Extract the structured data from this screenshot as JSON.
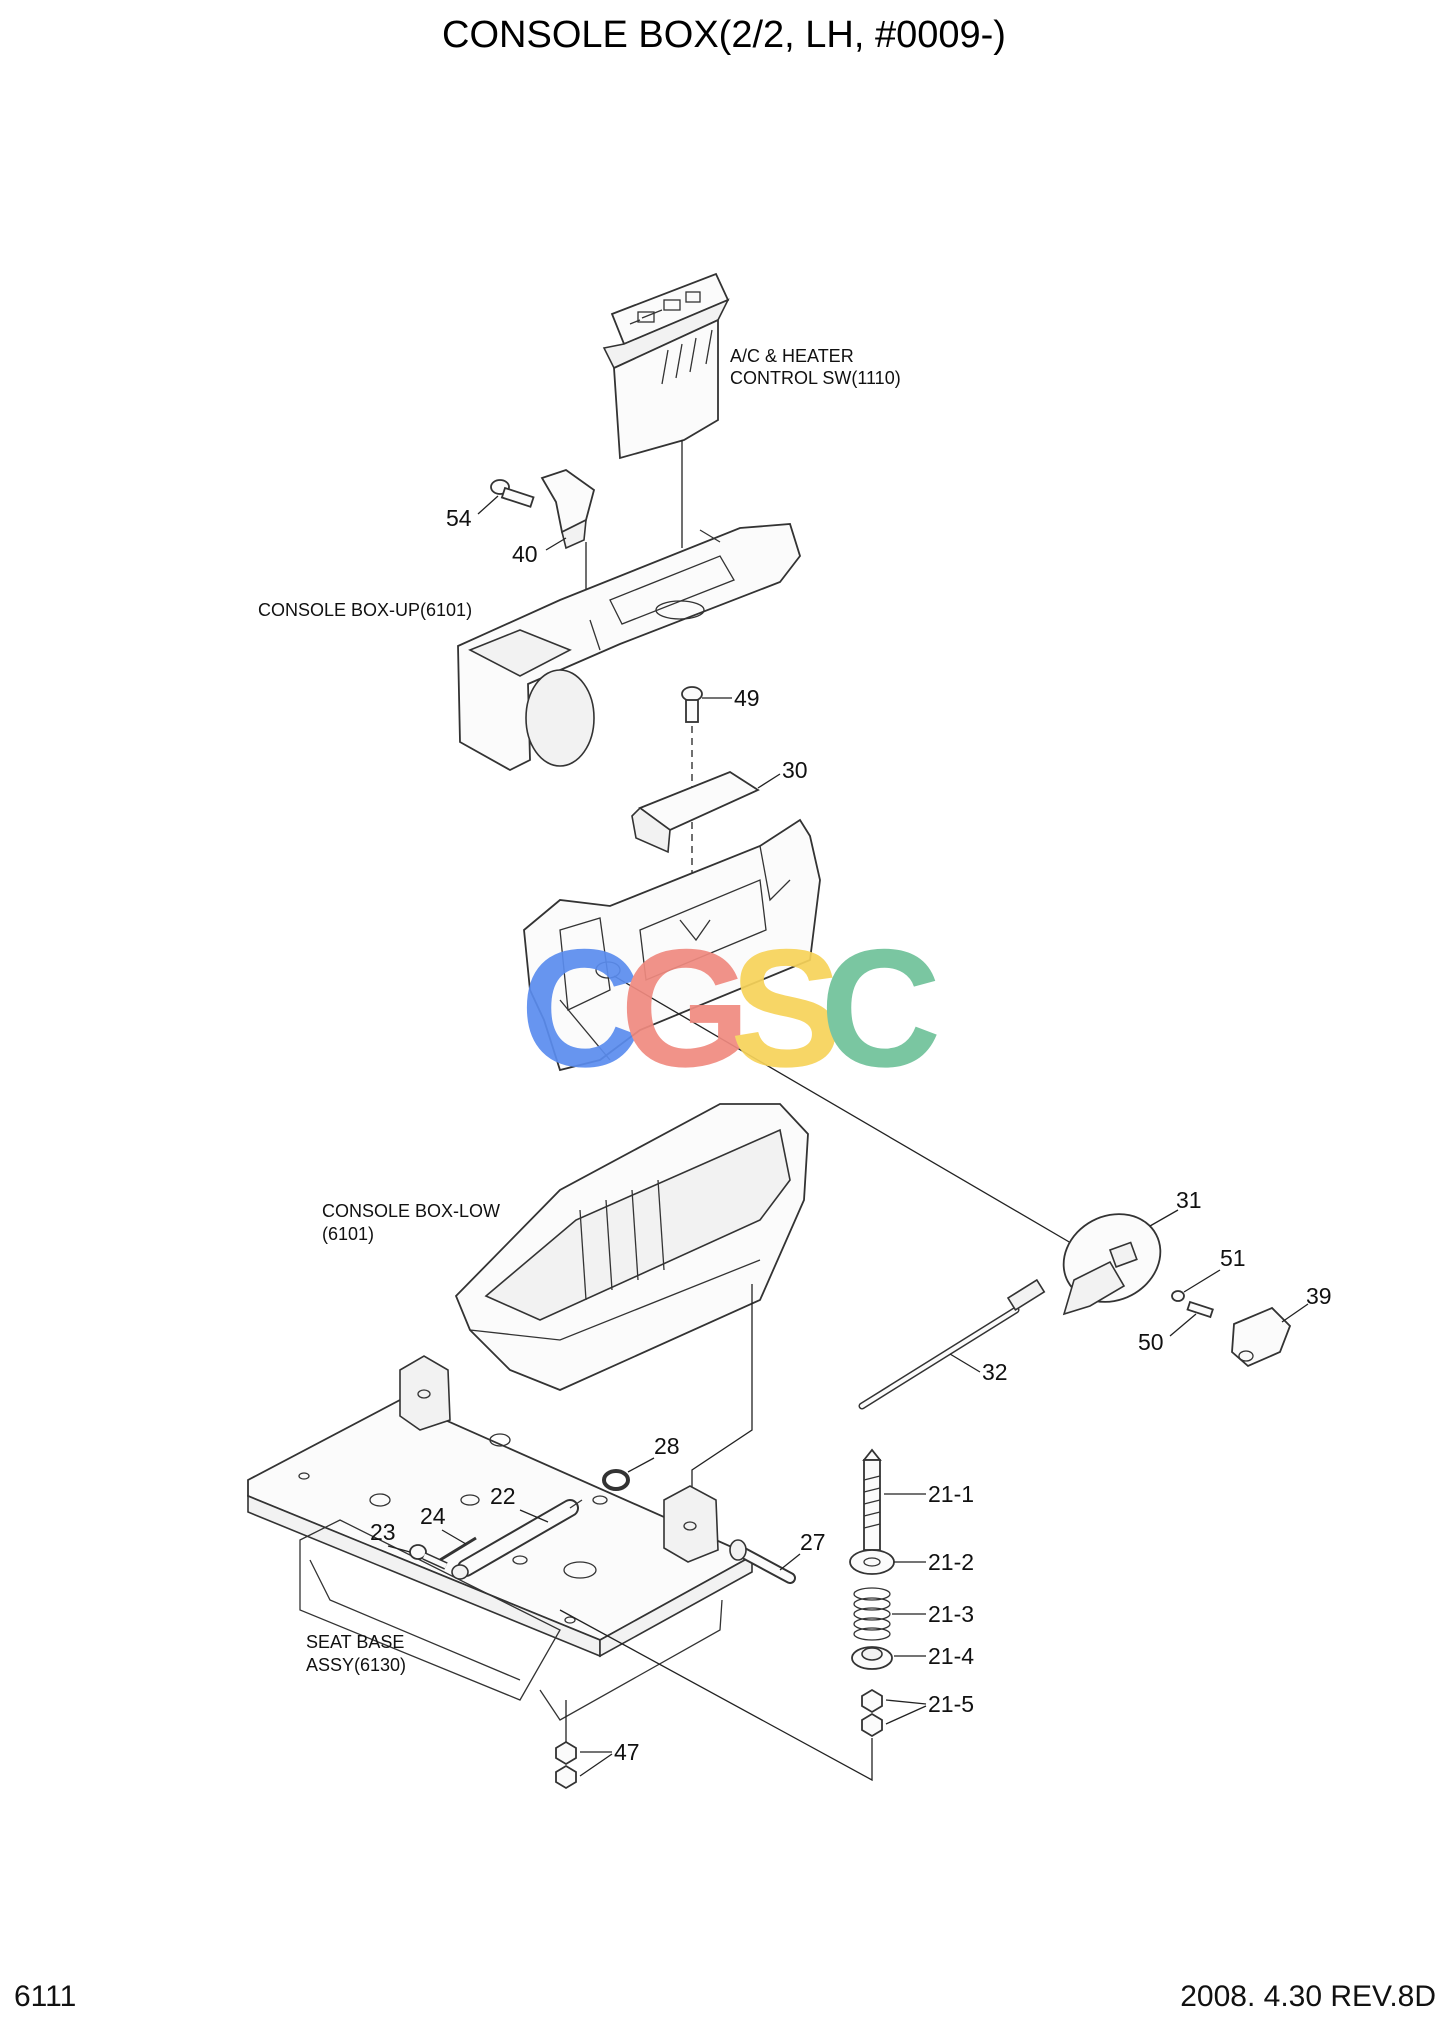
{
  "title": "CONSOLE BOX(2/2, LH, #0009-)",
  "page_number": "6111",
  "revision": "2008.  4.30  REV.8D",
  "watermark": {
    "letters": [
      "C",
      "G",
      "S",
      "C"
    ],
    "colors": [
      "#5b8def",
      "#f08a80",
      "#f7d35a",
      "#6fc29a"
    ]
  },
  "annotations": {
    "ac_heater_line1": "A/C & HEATER",
    "ac_heater_line2": "CONTROL SW(1110)",
    "console_up": "CONSOLE BOX-UP(6101)",
    "console_low_line1": "CONSOLE BOX-LOW",
    "console_low_line2": "(6101)",
    "seat_base_line1": "SEAT BASE",
    "seat_base_line2": "ASSY(6130)"
  },
  "callouts": {
    "p54": "54",
    "p40": "40",
    "p49": "49",
    "p30": "30",
    "p31": "31",
    "p51": "51",
    "p39": "39",
    "p50": "50",
    "p32": "32",
    "p28": "28",
    "p22": "22",
    "p24": "24",
    "p23": "23",
    "p27": "27",
    "p21_1": "21-1",
    "p21_2": "21-2",
    "p21_3": "21-3",
    "p21_4": "21-4",
    "p21_5": "21-5",
    "p47": "47"
  }
}
